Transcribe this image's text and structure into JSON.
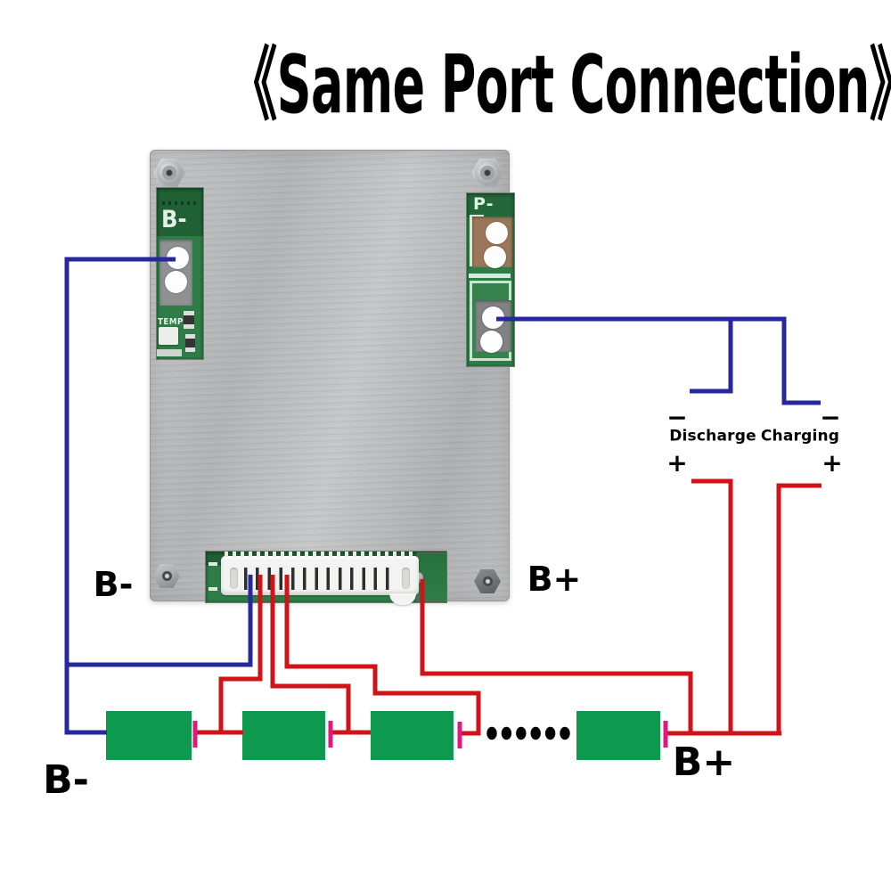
{
  "title": "《Same Port Connection》",
  "board": {
    "silk_b": "B-",
    "silk_p": "P-",
    "silk_temp": "TEMP",
    "label_b_minus": "B-",
    "label_b_plus": "B+"
  },
  "outputs": {
    "discharge": {
      "minus": "−",
      "label": "Discharge",
      "plus": "+"
    },
    "charging": {
      "minus": "−",
      "label": "Charging",
      "plus": "+"
    }
  },
  "battery": {
    "label_b_minus": "B-",
    "label_b_plus": "B+",
    "visible_cells": 4,
    "ellipsis_dots": 6
  },
  "colors": {
    "wire-blue": "#28289e",
    "wire-red": "#cf1318",
    "cell-green": "#0e9a4e",
    "terminal-pink": "#e0187f",
    "pcb-green": "#2e7d46",
    "plate-silver": "#b7b8ba"
  }
}
